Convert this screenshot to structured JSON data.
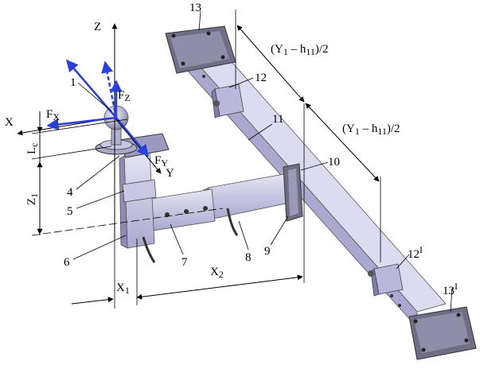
{
  "labels": {
    "p1": "1",
    "p4": "4",
    "p5": "5",
    "p6": "6",
    "p7": "7",
    "p8": "8",
    "p9": "9",
    "p10": "10",
    "p11": "11",
    "p12": "12",
    "p12b": "12",
    "p12b_sup": "I",
    "p13": "13",
    "p13b": "13",
    "p13b_sup": "I"
  },
  "axes": {
    "z": "Z",
    "x": "X",
    "y": "Y"
  },
  "forces": {
    "fz_main": "F",
    "fz_sub": "Z",
    "fx_main": "F",
    "fx_sub": "X",
    "fy_main": "F",
    "fy_sub": "Y"
  },
  "dimensions": {
    "lc_main": "L",
    "lc_sub": "c",
    "z1_main": "Z",
    "z1_sub": "1",
    "x1_main": "X",
    "x1_sub": "1",
    "x2_main": "X",
    "x2_sub": "2",
    "half_a": "(Y",
    "half_a_sub1": "1",
    "half_a_mid": " – h",
    "half_a_sub2": "11",
    "half_a_end": ")/2",
    "half_b": "(Y",
    "half_b_sub1": "1",
    "half_b_mid": " – h",
    "half_b_sub2": "11",
    "half_b_end": ")/2"
  },
  "colors": {
    "steel_light": "#dcdcf0",
    "steel_mid": "#b8b8dc",
    "steel_dark": "#8c8cb4",
    "plate": "#6e6e86",
    "force_blue": "#2a3fd8"
  }
}
